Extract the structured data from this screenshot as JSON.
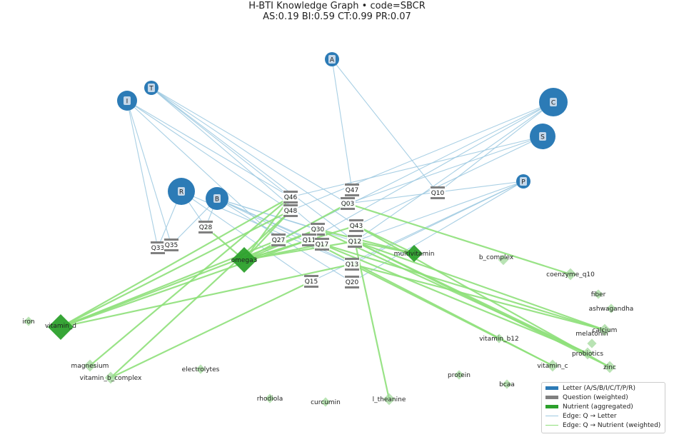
{
  "title": {
    "line1": "H-BTI Knowledge Graph  •  code=SBCR",
    "line2": "AS:0.19  BI:0.59  CT:0.99  PR:0.07"
  },
  "colors": {
    "letter": "#2c7bb6",
    "question": "#808080",
    "nutrient": "#2ca02c",
    "nutrient_light": "#a1d99b",
    "edge_letter": "#9ecae1",
    "edge_nutrient": "#8ee07a"
  },
  "letters": [
    {
      "id": "A",
      "label": "A",
      "size": "small"
    },
    {
      "id": "T",
      "label": "T",
      "size": "small"
    },
    {
      "id": "I",
      "label": "I",
      "size": "medium"
    },
    {
      "id": "C",
      "label": "C",
      "size": "large"
    },
    {
      "id": "S",
      "label": "S",
      "size": "medium"
    },
    {
      "id": "R",
      "label": "R",
      "size": "large"
    },
    {
      "id": "B",
      "label": "B",
      "size": "medium"
    },
    {
      "id": "P",
      "label": "P",
      "size": "small"
    }
  ],
  "questions": [
    {
      "id": "Q47",
      "label": "Q47"
    },
    {
      "id": "Q10",
      "label": "Q10"
    },
    {
      "id": "Q46",
      "label": "Q46"
    },
    {
      "id": "Q03",
      "label": "Q03"
    },
    {
      "id": "Q48",
      "label": "Q48"
    },
    {
      "id": "Q28",
      "label": "Q28"
    },
    {
      "id": "Q43",
      "label": "Q43"
    },
    {
      "id": "Q30",
      "label": "Q30"
    },
    {
      "id": "Q27",
      "label": "Q27"
    },
    {
      "id": "Q11",
      "label": "Q11"
    },
    {
      "id": "Q12",
      "label": "Q12"
    },
    {
      "id": "Q17",
      "label": "Q17"
    },
    {
      "id": "Q33",
      "label": "Q33"
    },
    {
      "id": "Q35",
      "label": "Q35"
    },
    {
      "id": "Q13",
      "label": "Q13"
    },
    {
      "id": "Q15",
      "label": "Q15"
    },
    {
      "id": "Q20",
      "label": "Q20"
    }
  ],
  "nutrients": [
    {
      "id": "omega3",
      "label": "omega3",
      "level": 1.0
    },
    {
      "id": "multivitamin",
      "label": "multivitamin",
      "level": 0.5
    },
    {
      "id": "b_complex",
      "label": "b_complex",
      "level": 0.1
    },
    {
      "id": "coenzyme_q10",
      "label": "coenzyme_q10",
      "level": 0.2
    },
    {
      "id": "fiber",
      "label": "fiber",
      "level": 0.05
    },
    {
      "id": "ashwagandha",
      "label": "ashwagandha",
      "level": 0.05
    },
    {
      "id": "iron",
      "label": "iron",
      "level": 0.05
    },
    {
      "id": "vitamin_d",
      "label": "vitamin_d",
      "level": 1.0
    },
    {
      "id": "calcium",
      "label": "calcium",
      "level": 0.2
    },
    {
      "id": "vitamin_b12",
      "label": "vitamin_b12",
      "level": 0.05
    },
    {
      "id": "melatonin",
      "label": "melatonin",
      "level": 0.05
    },
    {
      "id": "probiotics",
      "label": "probiotics",
      "level": 0.2
    },
    {
      "id": "magnesium",
      "label": "magnesium",
      "level": 0.2
    },
    {
      "id": "vitamin_c",
      "label": "vitamin_c",
      "level": 0.2
    },
    {
      "id": "zinc",
      "label": "zinc",
      "level": 0.2
    },
    {
      "id": "electrolytes",
      "label": "electrolytes",
      "level": 0.05
    },
    {
      "id": "vitamin_b_complex",
      "label": "vitamin_b_complex",
      "level": 0.2
    },
    {
      "id": "protein",
      "label": "protein",
      "level": 0.05
    },
    {
      "id": "bcaa",
      "label": "bcaa",
      "level": 0.05
    },
    {
      "id": "rhodiola",
      "label": "rhodiola",
      "level": 0.05
    },
    {
      "id": "curcumin",
      "label": "curcumin",
      "level": 0.05
    },
    {
      "id": "l_theanine",
      "label": "l_theanine",
      "level": 0.2
    }
  ],
  "edges_letter": [
    [
      "Q47",
      "A"
    ],
    [
      "Q10",
      "A"
    ],
    [
      "Q46",
      "T"
    ],
    [
      "Q03",
      "T"
    ],
    [
      "Q43",
      "T"
    ],
    [
      "Q30",
      "T"
    ],
    [
      "Q12",
      "T"
    ],
    [
      "Q33",
      "I"
    ],
    [
      "Q35",
      "I"
    ],
    [
      "Q46",
      "I"
    ],
    [
      "Q48",
      "I"
    ],
    [
      "Q27",
      "I"
    ],
    [
      "Q27",
      "C"
    ],
    [
      "Q11",
      "C"
    ],
    [
      "Q48",
      "C"
    ],
    [
      "Q10",
      "C"
    ],
    [
      "Q12",
      "C"
    ],
    [
      "Q46",
      "S"
    ],
    [
      "Q43",
      "S"
    ],
    [
      "Q03",
      "S"
    ],
    [
      "Q33",
      "R"
    ],
    [
      "Q28",
      "R"
    ],
    [
      "Q13",
      "R"
    ],
    [
      "Q15",
      "R"
    ],
    [
      "Q35",
      "B"
    ],
    [
      "Q28",
      "B"
    ],
    [
      "Q30",
      "B"
    ],
    [
      "Q17",
      "B"
    ],
    [
      "Q11",
      "B"
    ],
    [
      "Q12",
      "B"
    ],
    [
      "Q20",
      "B"
    ],
    [
      "Q13",
      "B"
    ],
    [
      "Q12",
      "P"
    ],
    [
      "Q13",
      "P"
    ],
    [
      "Q20",
      "P"
    ],
    [
      "Q03",
      "P"
    ],
    [
      "Q15",
      "P"
    ]
  ],
  "edges_nutrient": [
    [
      "Q46",
      "vitamin_d"
    ],
    [
      "Q48",
      "vitamin_d"
    ],
    [
      "Q30",
      "vitamin_d"
    ],
    [
      "Q11",
      "vitamin_d"
    ],
    [
      "Q13",
      "vitamin_d"
    ],
    [
      "Q27",
      "vitamin_d"
    ],
    [
      "Q46",
      "omega3"
    ],
    [
      "Q48",
      "omega3"
    ],
    [
      "Q03",
      "omega3"
    ],
    [
      "Q30",
      "omega3"
    ],
    [
      "Q11",
      "omega3"
    ],
    [
      "Q12",
      "omega3"
    ],
    [
      "Q17",
      "omega3"
    ],
    [
      "Q28",
      "omega3"
    ],
    [
      "Q43",
      "omega3"
    ],
    [
      "Q30",
      "multivitamin"
    ],
    [
      "Q12",
      "multivitamin"
    ],
    [
      "Q43",
      "multivitamin"
    ],
    [
      "Q03",
      "coenzyme_q10"
    ],
    [
      "Q12",
      "calcium"
    ],
    [
      "Q13",
      "calcium"
    ],
    [
      "Q11",
      "calcium"
    ],
    [
      "Q12",
      "probiotics"
    ],
    [
      "Q30",
      "probiotics"
    ],
    [
      "Q17",
      "probiotics"
    ],
    [
      "Q12",
      "zinc"
    ],
    [
      "Q43",
      "zinc"
    ],
    [
      "Q13",
      "vitamin_c"
    ],
    [
      "Q11",
      "vitamin_c"
    ],
    [
      "Q12",
      "l_theanine"
    ],
    [
      "Q46",
      "magnesium"
    ],
    [
      "Q15",
      "vitamin_b_complex"
    ],
    [
      "Q48",
      "vitamin_b_complex"
    ]
  ],
  "legend": {
    "items": [
      {
        "label": "Letter (A/S/B/I/C/T/P/R)",
        "kind": "patch",
        "color": "#2c7bb6"
      },
      {
        "label": "Question (weighted)",
        "kind": "patch",
        "color": "#808080"
      },
      {
        "label": "Nutrient (aggregated)",
        "kind": "patch",
        "color": "#2ca02c"
      },
      {
        "label": "Edge: Q → Letter",
        "kind": "line",
        "color": "#9ecae1"
      },
      {
        "label": "Edge: Q → Nutrient (weighted)",
        "kind": "line",
        "color": "#8ee07a"
      }
    ]
  }
}
